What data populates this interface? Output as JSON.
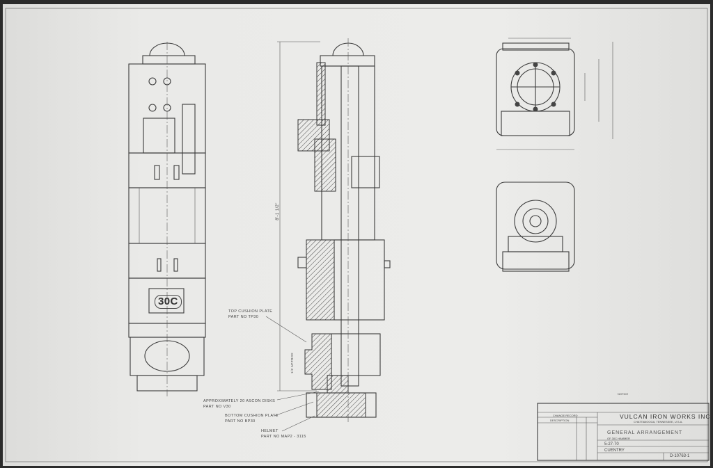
{
  "drawing": {
    "dimension_overall": "8'-1 1/2\"",
    "dimension_approx": "1/2 APPROX",
    "logo_text": "30C",
    "callouts": [
      {
        "line1": "TOP CUSHION PLATE",
        "line2": "PART NO TP30"
      },
      {
        "line1": "APPROXIMATELY 20 ASCON DISKS",
        "line2": "PART NO V30"
      },
      {
        "line1": "BOTTOM CUSHION PLATE",
        "line2": "PART NO BP30"
      },
      {
        "line1": "HELMET",
        "line2": "PART NO MAP2 - 3115"
      }
    ]
  },
  "title_block": {
    "notice_heading": "NOTICE",
    "change_record": "CHANGE RECORD",
    "description": "DESCRIPTION",
    "company": "VULCAN IRON WORKS INC",
    "location": "CHATTANOOGA, TENNESSEE, U.S.A.",
    "title": "GENERAL ARRANGEMENT",
    "subtitle": "OF 30C HAMMER",
    "date": "5-27-70",
    "drawn_by": "CUENTRY",
    "drawing_number": "D-10763-1"
  }
}
